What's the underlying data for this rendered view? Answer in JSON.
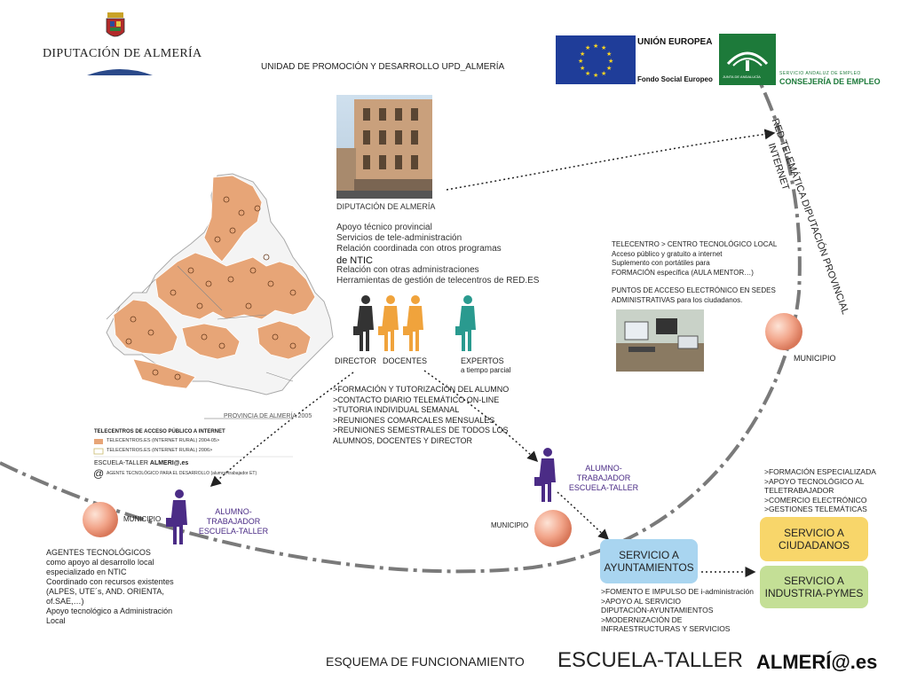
{
  "header": {
    "org_name": "DIPUTACIÓN DE ALMERÍA",
    "unit_title": "UNIDAD DE PROMOCIÓN Y DESARROLLO UPD_ALMERÍA",
    "eu_title": "UNIÓN EUROPEA",
    "eu_fund": "Fondo Social Europeo",
    "junta_label": "JUNTA DE ANDALUCÍA",
    "sae_label": "SERVICIO ANDALUZ DE EMPLEO",
    "consejeria": "CONSEJERÍA DE EMPLEO"
  },
  "diputacion": {
    "caption": "DIPUTACIÓN DE ALMERÍA",
    "line1": "Apoyo técnico provincial",
    "line2": "Servicios de tele-administración",
    "line3": "Relación coordinada con otros programas",
    "line4": "de NTIC",
    "line5": "Relación con otras administraciones",
    "line6": "Herramientas de gestión de telecentros de RED.ES"
  },
  "staff": {
    "director": "DIRECTOR",
    "docentes": "DOCENTES",
    "expertos": "EXPERTOS",
    "expertos_sub": "a tiempo parcial",
    "tasks": [
      ">FORMACIÓN Y TUTORIZACIÓN DEL  ALUMNO",
      ">CONTACTO DIARIO TELEMÁTICO ON-LINE",
      ">TUTORIA INDIVIDUAL SEMANAL",
      ">REUNIONES COMARCALES MENSUALES",
      ">REUNIONES SEMESTRALES DE TODOS LOS",
      "ALUMNOS, DOCENTES Y DIRECTOR"
    ]
  },
  "red_label_1": "RED TELEMÁTICA DIPUTACIÓN PROVINCIAL",
  "red_label_2": "INTERNET",
  "telecentro": {
    "lines": [
      "TELECENTRO > CENTRO TECNOLÓGICO LOCAL",
      "Acceso público y gratuito a internet",
      "Suplemento con portátiles para",
      "FORMACIÓN específica (AULA MENTOR…)",
      "",
      "PUNTOS DE ACCESO ELECTRÓNICO EN SEDES",
      "ADMINISTRATIVAS para los ciudadanos."
    ]
  },
  "municipio": "MUNICIPIO",
  "map": {
    "province_label": "PROVINCIA DE ALMERÍA  2005",
    "legend_title": "TELECENTROS DE ACCESO PÚBLICO A INTERNET",
    "legend_1": "TELECENTROS.ES (INTERNET RURAL) 2004-05>",
    "legend_2": "TELECENTROS.ES (INTERNET RURAL) 2006>",
    "escuela_taller_prefix": "ESCUELA-TALLER ",
    "escuela_taller_bold": "ALMERI@.es",
    "agent_label": "AGENTE TECNOLÓGICO PARA EL DESARROLLO (alumno-trabajador ET)"
  },
  "alumno": {
    "line1": "ALUMNO-TRABAJADOR",
    "line2": "ESCUELA-TALLER"
  },
  "agentes": {
    "lines": [
      "AGENTES TECNOLÓGICOS",
      "como apoyo al desarrollo local",
      "especializado en NTIC",
      "Coordinado con recursos existentes",
      "(ALPES, UTE´s, AND. ORIENTA,",
      "of.SAE,…)",
      "Apoyo tecnológico a Administración",
      "Local"
    ]
  },
  "servicio_ayuntamientos": {
    "label_1": "SERVICIO A",
    "label_2": "AYUNTAMIENTOS",
    "items": [
      ">FOMENTO E IMPULSO DE  i-administración",
      ">APOYO AL SERVICIO",
      "DIPUTACIÓN-AYUNTAMIENTOS",
      ">MODERNIZACIÓN DE",
      "INFRAESTRUCTURAS Y SERVICIOS"
    ]
  },
  "servicio_ciudadanos": {
    "label_1": "SERVICIO A",
    "label_2": "CIUDADANOS",
    "items": [
      ">FORMACIÓN ESPECIALIZADA",
      ">APOYO TECNOLÓGICO AL",
      "TELETRABAJADOR",
      ">COMERCIO ELECTRÓNICO",
      ">GESTIONES TELEMÁTICAS"
    ]
  },
  "servicio_industria": {
    "label_1": "SERVICIO A",
    "label_2": "INDUSTRIA-PYMES"
  },
  "footer": {
    "esquema": "ESQUEMA DE FUNCIONAMIENTO",
    "escuela": "ESCUELA-TALLER",
    "brand": "ALMERÍ@.es"
  },
  "colors": {
    "map_fill": "#e7a577",
    "person_dark": "#333333",
    "person_orange": "#f0a33c",
    "person_teal": "#2a9a8f",
    "person_purple": "#4b2c86",
    "ayuntamientos_box": "#a9d5f0",
    "ciudadanos_box": "#f8d66a",
    "industria_box": "#c4df96",
    "sphere": "#f2a58a",
    "arc": "#777777"
  }
}
